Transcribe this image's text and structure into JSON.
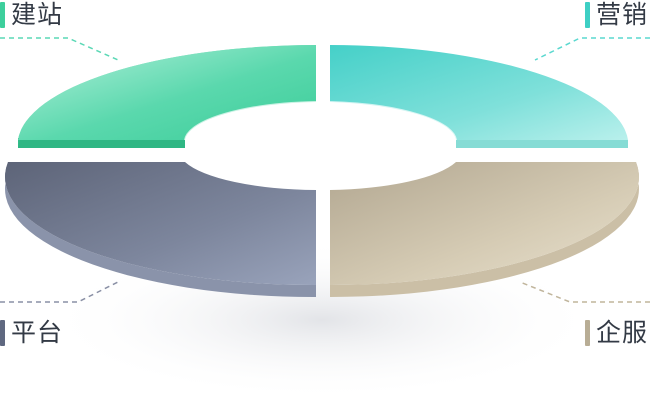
{
  "diagram": {
    "segments": [
      {
        "key": "top_left",
        "label": "建站",
        "color": "#3dcf9c"
      },
      {
        "key": "top_right",
        "label": "营销",
        "color": "#3ecfc4"
      },
      {
        "key": "bottom_left",
        "label": "平台",
        "color": "#5f6880"
      },
      {
        "key": "bottom_right",
        "label": "企服",
        "color": "#b8ad95"
      }
    ]
  }
}
